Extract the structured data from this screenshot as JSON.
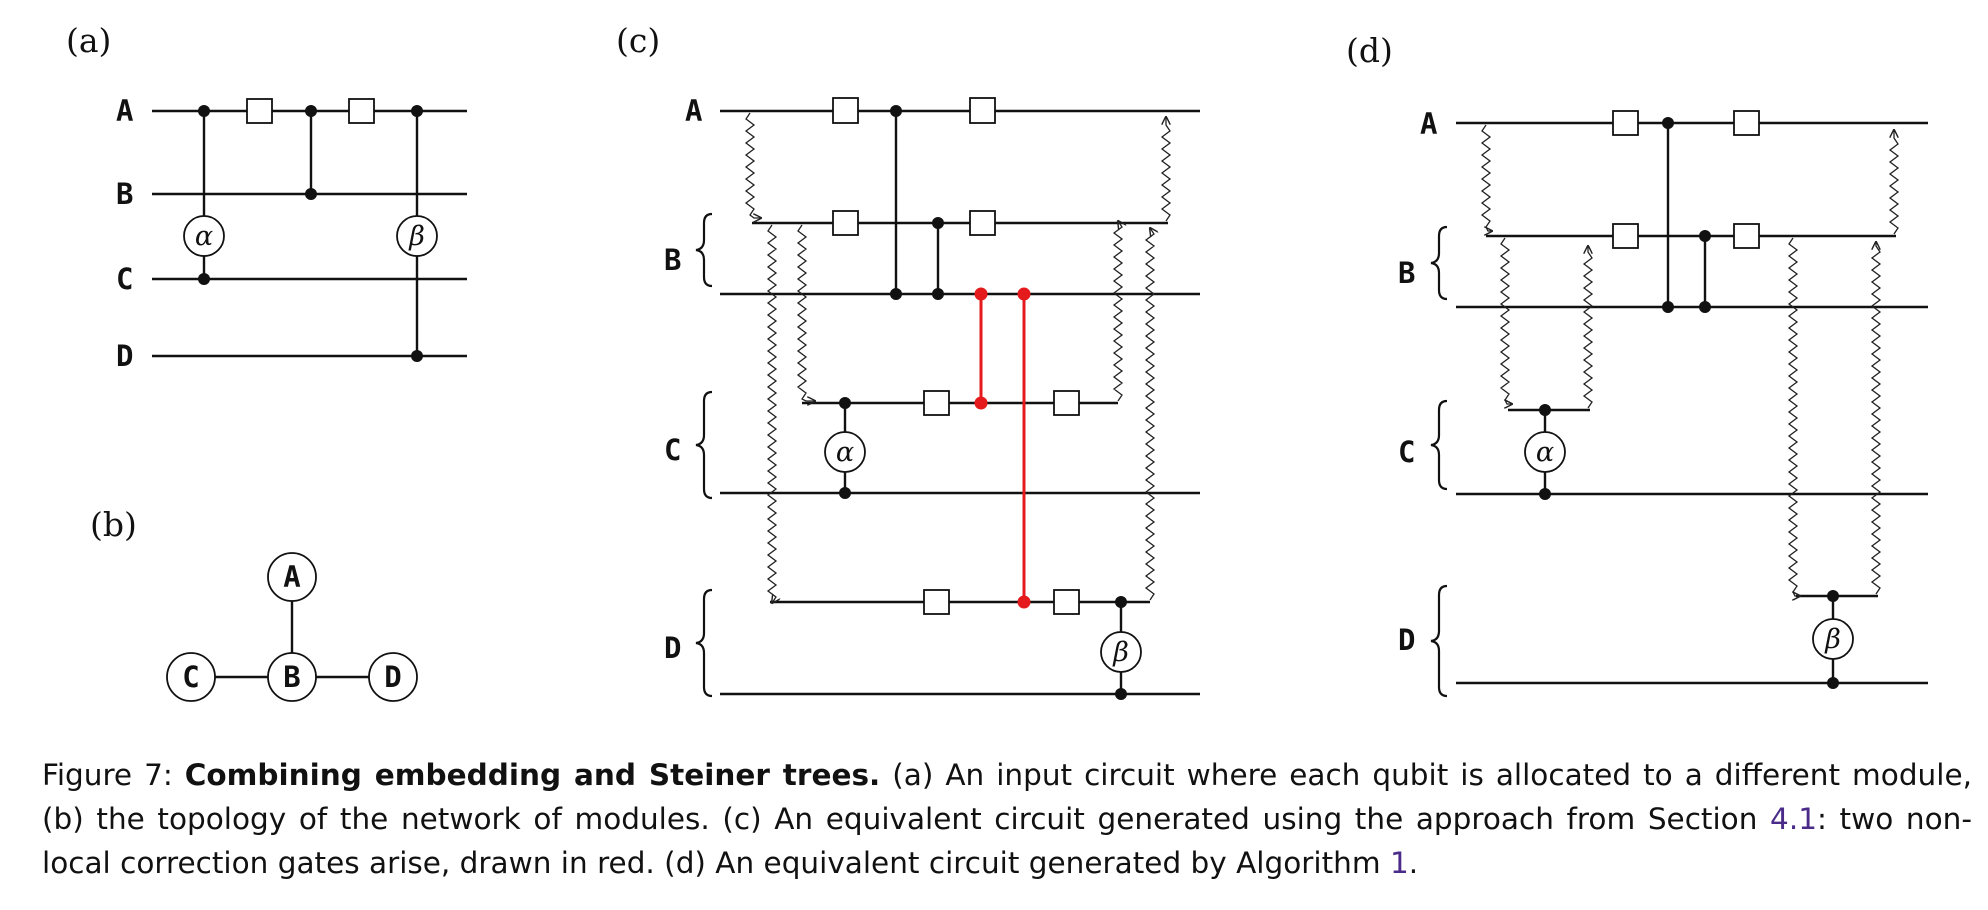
{
  "panels": {
    "a": {
      "label": "(a)"
    },
    "b": {
      "label": "(b)"
    },
    "c": {
      "label": "(c)"
    },
    "d": {
      "label": "(d)"
    }
  },
  "qubits": [
    "A",
    "B",
    "C",
    "D"
  ],
  "gate_labels": {
    "alpha": "α",
    "beta": "β"
  },
  "topology": {
    "nodes": [
      "A",
      "B",
      "C",
      "D"
    ],
    "edges": [
      [
        "A",
        "B"
      ],
      [
        "C",
        "B"
      ],
      [
        "B",
        "D"
      ]
    ]
  },
  "colors": {
    "correction": "#e41a1c",
    "link": "#4b2b8a"
  },
  "caption": {
    "prefix": "Figure 7: ",
    "title": "Combining embedding and Steiner trees.",
    "part1": " (a) An input circuit where each qubit is allocated to a different module, (b) the topology of the network of modules.  (c) An equivalent circuit generated using the approach from Section ",
    "ref1": "4.1",
    "part2": ": two non-local correction gates arise, drawn in red. (d) An equivalent circuit generated by Algorithm ",
    "ref2": "1",
    "end": "."
  }
}
